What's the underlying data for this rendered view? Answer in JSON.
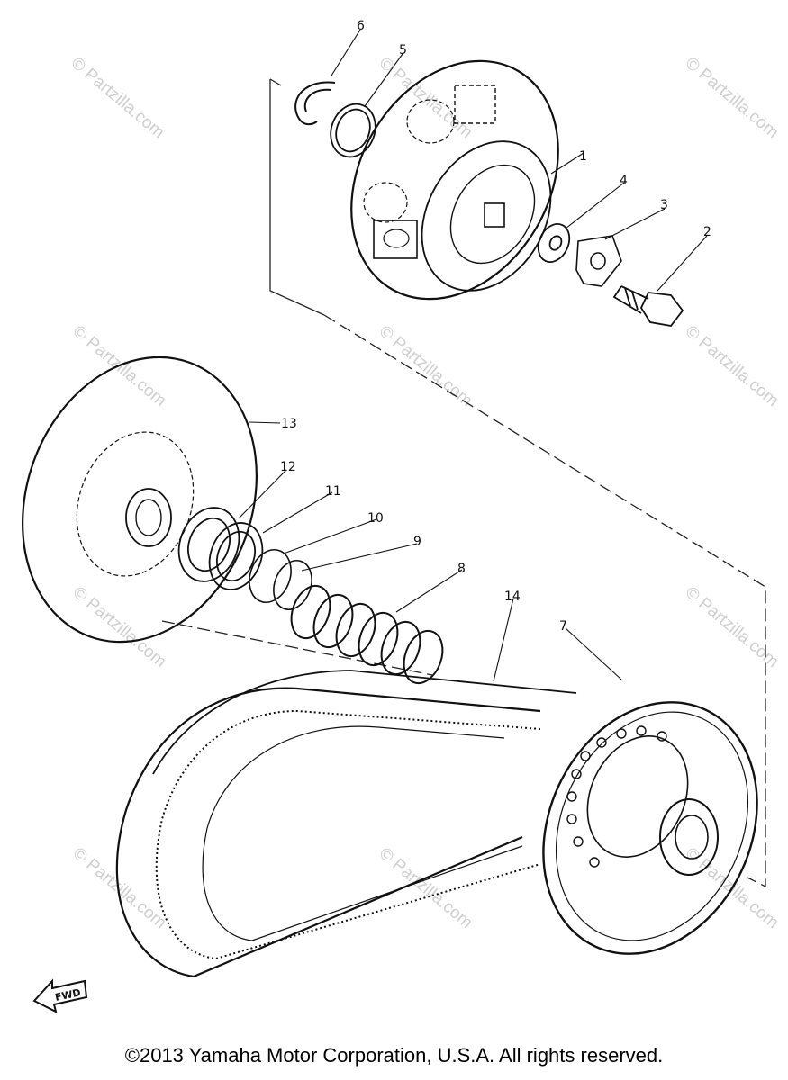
{
  "callouts": [
    "1",
    "2",
    "3",
    "4",
    "5",
    "6",
    "7",
    "8",
    "9",
    "10",
    "11",
    "12",
    "13",
    "14"
  ],
  "fwd_label": "FWD",
  "watermark": "© Partzilla.com",
  "copyright": "©2013  Yamaha Motor Corporation, U.S.A. All rights reserved."
}
